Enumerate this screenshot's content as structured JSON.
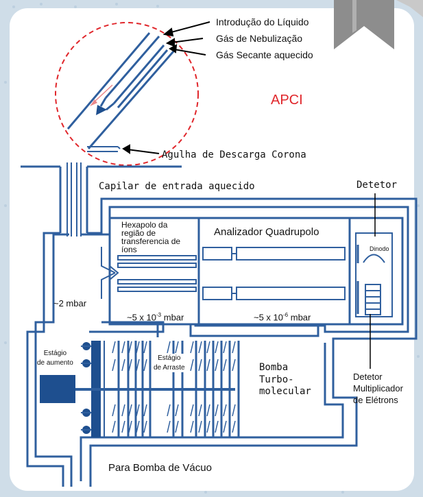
{
  "labels": {
    "liquid_intro": "Introdução do Líquido",
    "nebulizing_gas": "Gás de Nebulização",
    "drying_gas": "Gás Secante aquecido",
    "apci": "APCI",
    "corona_needle": "Agulha de Descarga Corona",
    "heated_capillary": "Capilar de entrada aquecido",
    "detector": "Detetor",
    "hexapole": "Hexapolo da\nregião de\ntransferencia de\níons",
    "quadrupole": "Analizador Quadrupolo",
    "dynode": "Dinodo",
    "pressure_2": "~2 mbar",
    "pressure_3_base": "~5 x 10",
    "pressure_3_exp": "-3",
    "pressure_3_unit": " mbar",
    "pressure_6_base": "~5 x 10",
    "pressure_6_exp": "-6",
    "pressure_6_unit": " mbar",
    "boost_stage": "Estágio\nde aumento",
    "drag_stage": "Estágio\nde Arraste",
    "turbo_pump": "Bomba\nTurbo-\nmolecular",
    "em_detector": "Detetor\nMultiplicador\nde Elétrons",
    "vacuum_pump": "Para Bomba de Vácuo"
  },
  "colors": {
    "frame": "#ffffff",
    "background": "#cfdde8",
    "line_blue": "#2f5f9e",
    "dark_blue": "#1e4f8f",
    "apci_red": "#e0262b",
    "banner_gray": "#8a8a8a"
  }
}
